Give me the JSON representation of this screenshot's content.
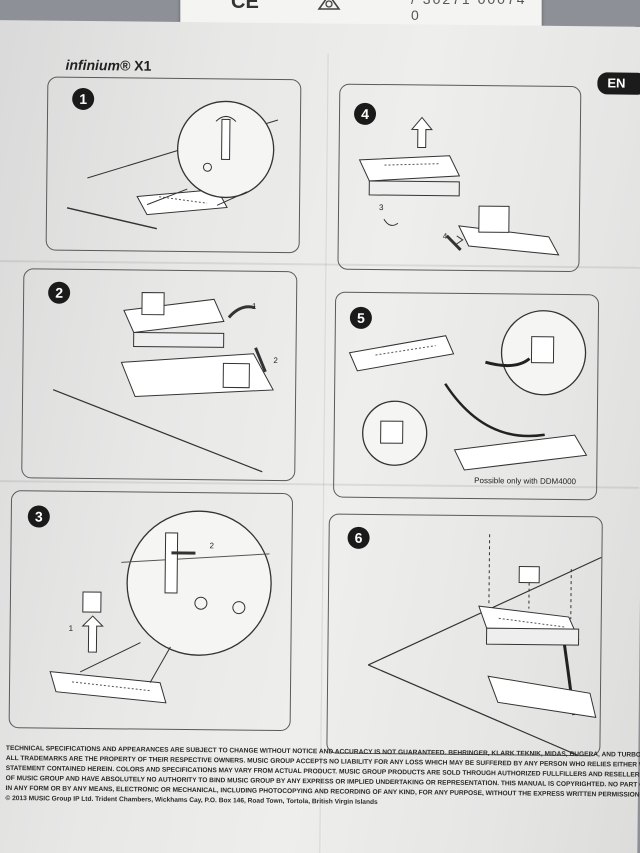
{
  "packaging": {
    "ce_mark": "CE",
    "barcode_partial": "/ 30271 00074 0"
  },
  "manual": {
    "brand": "infinium",
    "brand_reg": "®",
    "model": "X1",
    "language_badge": "EN",
    "steps": [
      {
        "number": "1"
      },
      {
        "number": "2",
        "callouts": [
          "1",
          "2"
        ]
      },
      {
        "number": "3",
        "callouts": [
          "1",
          "2"
        ]
      },
      {
        "number": "4",
        "callouts": [
          "3",
          "4"
        ]
      },
      {
        "number": "5",
        "caption": "Possible only with DDM4000"
      },
      {
        "number": "6"
      }
    ],
    "legal_lines": [
      "TECHNICAL SPECIFICATIONS AND APPEARANCES ARE SUBJECT TO CHANGE WITHOUT NOTICE AND ACCURACY IS NOT GUARANTEED. BEHRINGER, KLARK TEKNIK, MIDAS, BUGERA, AND TURBOSOUND ARE PART OF THE MUSIC GROUP (MUSIC-GR",
      "ALL TRADEMARKS ARE THE PROPERTY OF THEIR RESPECTIVE OWNERS. MUSIC GROUP ACCEPTS NO LIABILITY FOR ANY LOSS WHICH MAY BE SUFFERED BY ANY PERSON WHO RELIES EITHER WHOLLY OR IN PART UPON ANY DESCRIPTION, PHOT",
      "STATEMENT CONTAINED HEREIN. COLORS AND SPECIFICATIONS MAY VARY FROM ACTUAL PRODUCT. MUSIC GROUP PRODUCTS ARE SOLD THROUGH AUTHORIZED FULLFILLERS AND RESELLERS ONLY. FULLFILLERS AND RESELLERS ARE NOT AGE",
      "OF MUSIC GROUP AND HAVE ABSOLUTELY NO AUTHORITY TO BIND MUSIC GROUP BY ANY EXPRESS OR IMPLIED UNDERTAKING OR REPRESENTATION. THIS MANUAL IS COPYRIGHTED. NO PART OF THIS MANUAL MAY BE REPRODUCED OR TRANS",
      "IN ANY FORM OR BY ANY MEANS, ELECTRONIC OR MECHANICAL, INCLUDING PHOTOCOPYING AND RECORDING OF ANY KIND, FOR ANY PURPOSE, WITHOUT THE EXPRESS WRITTEN PERMISSION OF MUSIC GROUP IP LTD. ALL RIGHTS RESERVED.",
      "© 2013 MUSIC Group IP Ltd. Trident Chambers, Wickhams Cay, P.O. Box 146, Road Town, Tortola, British Virgin Islands"
    ]
  }
}
